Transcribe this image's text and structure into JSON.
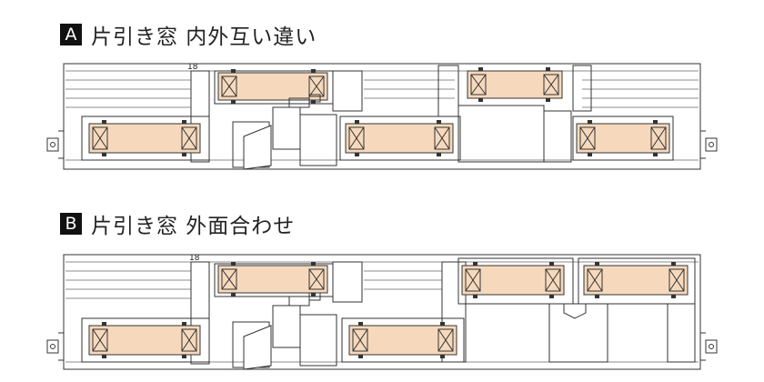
{
  "sections": [
    {
      "letter": "A",
      "title": "片引き窓 内外互い違い",
      "dimension": "18"
    },
    {
      "letter": "B",
      "title": "片引き窓 外面合わせ",
      "dimension": "18"
    }
  ],
  "colors": {
    "glass": "#f6d9bd",
    "outline": "#333333",
    "background": "#ffffff"
  }
}
